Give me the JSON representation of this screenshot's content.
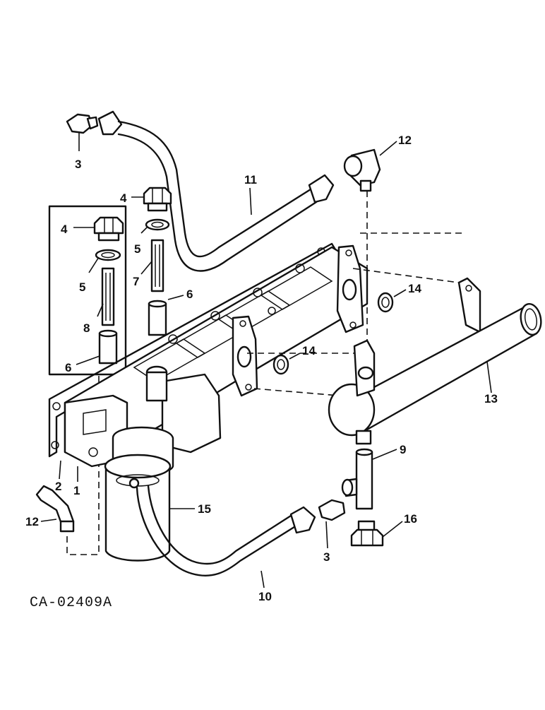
{
  "diagram": {
    "code": "CA-02409A",
    "callouts": {
      "c1": "1",
      "c2": "2",
      "c3a": "3",
      "c3b": "3",
      "c4a": "4",
      "c4b": "4",
      "c5a": "5",
      "c5b": "5",
      "c6a": "6",
      "c6b": "6",
      "c7": "7",
      "c8": "8",
      "c9": "9",
      "c10": "10",
      "c11": "11",
      "c12a": "12",
      "c12b": "12",
      "c13": "13",
      "c14a": "14",
      "c14b": "14",
      "c15": "15",
      "c16": "16"
    }
  }
}
